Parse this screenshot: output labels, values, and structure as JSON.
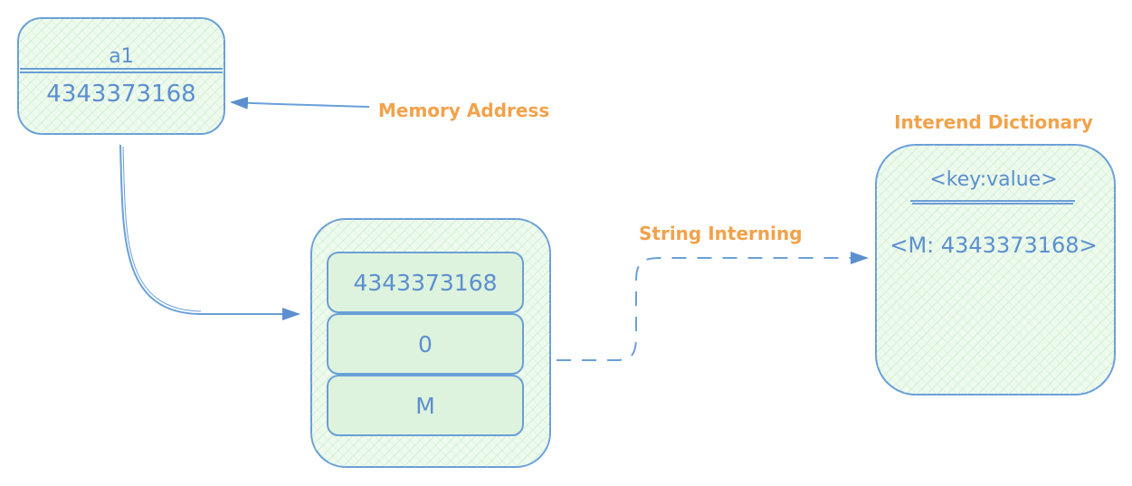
{
  "variable": {
    "name": "a1",
    "address": "4343373168"
  },
  "object": {
    "fields": [
      "4343373168",
      "0",
      "M"
    ]
  },
  "dictionary": {
    "title": "Interend Dictionary",
    "header": "<key:value>",
    "entry": "<M: 4343373168>"
  },
  "labels": {
    "memory_address": "Memory Address",
    "string_interning": "String Interning"
  },
  "colors": {
    "stroke": "#6a9fd8",
    "text_blue": "#5b8fcf",
    "text_orange": "#f2a24a",
    "fill_green": "#e4f7e4"
  }
}
